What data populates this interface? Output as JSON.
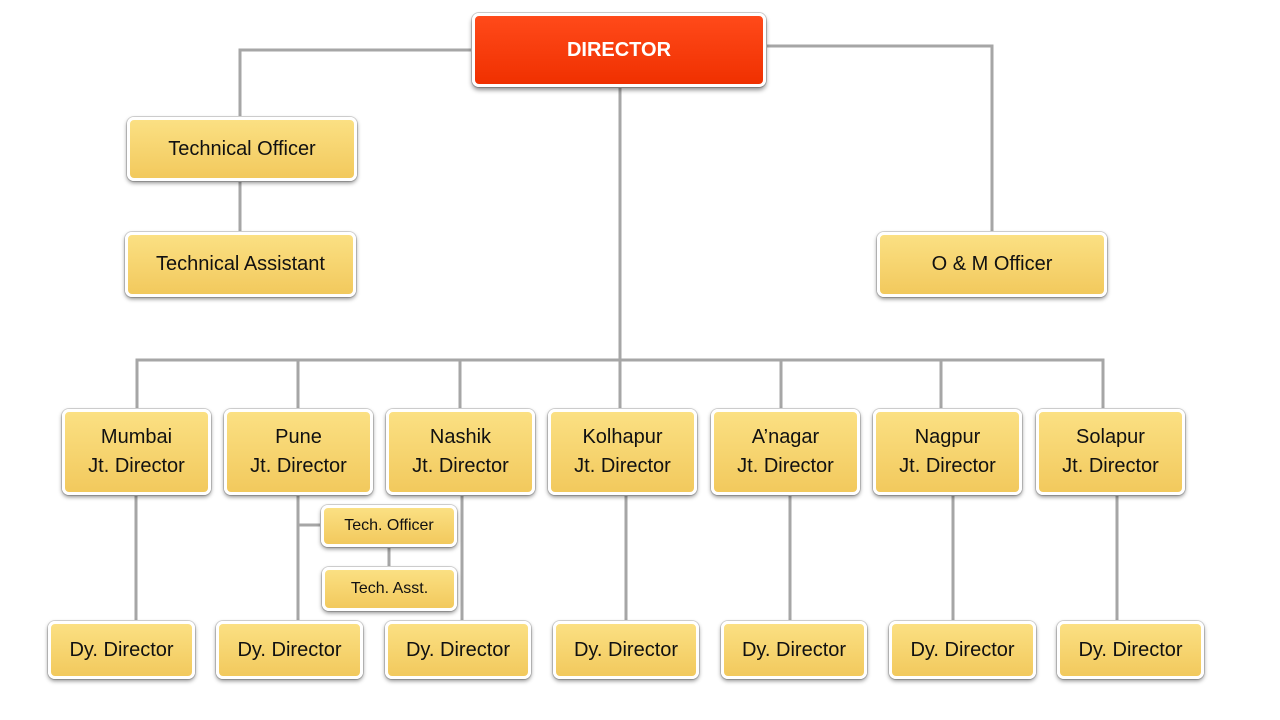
{
  "director": "DIRECTOR",
  "technical_officer": "Technical Officer",
  "technical_assistant": "Technical Assistant",
  "om_officer": "O & M Officer",
  "jt_title": "Jt. Director",
  "regions": [
    "Mumbai",
    "Pune",
    "Nashik",
    "Kolhapur",
    "A’nagar",
    "Nagpur",
    "Solapur"
  ],
  "dy_director": "Dy. Director",
  "pune_tech_officer": "Tech. Officer",
  "pune_tech_asst": "Tech. Asst.",
  "colors": {
    "director_fill": "#f03000",
    "box_fill": "#f6d36e",
    "connector": "#a6a6a6"
  }
}
